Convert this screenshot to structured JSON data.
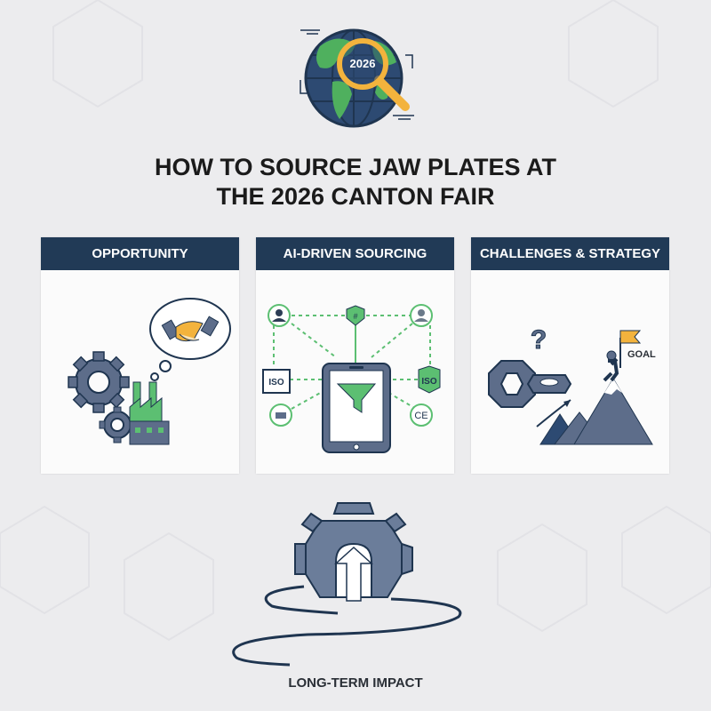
{
  "header": {
    "globe_badge": "2026",
    "title_line1": "HOW TO SOURCE JAW PLATES AT",
    "title_line2": "THE 2026 CANTON FAIR"
  },
  "panels": [
    {
      "label": "OPPORTUNITY",
      "icons": [
        "gear-icon",
        "factory-icon",
        "handshake-icon"
      ]
    },
    {
      "label": "AI-DRIVEN SOURCING",
      "icons": [
        "funnel-tablet-icon",
        "supplier-icon",
        "certification-icon"
      ],
      "badges": [
        "ISO",
        "ISO",
        "CE"
      ]
    },
    {
      "label": "CHALLENGES & STRATEGY",
      "icons": [
        "question-icon",
        "gear-icon",
        "mountain-goal-icon"
      ],
      "goal_label": "GOAL"
    }
  ],
  "footer": {
    "label": "LONG-TERM IMPACT"
  },
  "colors": {
    "navy": "#213a56",
    "green": "#5cbf72",
    "slate": "#5d6d8a",
    "gold": "#f3b33d",
    "background": "#ececee"
  }
}
